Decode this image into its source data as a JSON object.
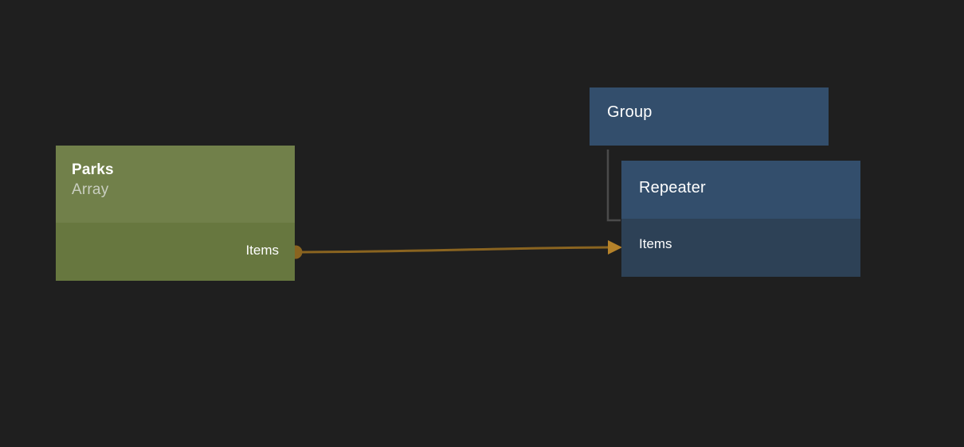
{
  "canvas": {
    "background_color": "#1f1f1f",
    "name": "node-graph-canvas"
  },
  "nodes": [
    {
      "id": "parks",
      "kind": "data-source",
      "title": "Parks",
      "subtitle": "Array",
      "accent_color": "#71804a",
      "body_color": "#67773f",
      "ports_out": [
        {
          "label": "Items",
          "connector_color": "#8a6420"
        }
      ]
    },
    {
      "id": "group",
      "kind": "container",
      "title": "Group",
      "accent_color": "#334e6c"
    },
    {
      "id": "repeater",
      "kind": "container",
      "title": "Repeater",
      "accent_color": "#334e6c",
      "body_color": "#2d4156",
      "ports_in": [
        {
          "label": "Items"
        }
      ]
    }
  ],
  "connections": [
    {
      "id": "parks-items-to-repeater-items",
      "from": "Parks.Items",
      "to": "Repeater.Items",
      "color": "#8a6420",
      "style": "curve-with-arrow"
    },
    {
      "id": "group-to-repeater",
      "from": "Group",
      "to": "Repeater",
      "color": "#4a4a4a",
      "style": "elbow"
    }
  ]
}
